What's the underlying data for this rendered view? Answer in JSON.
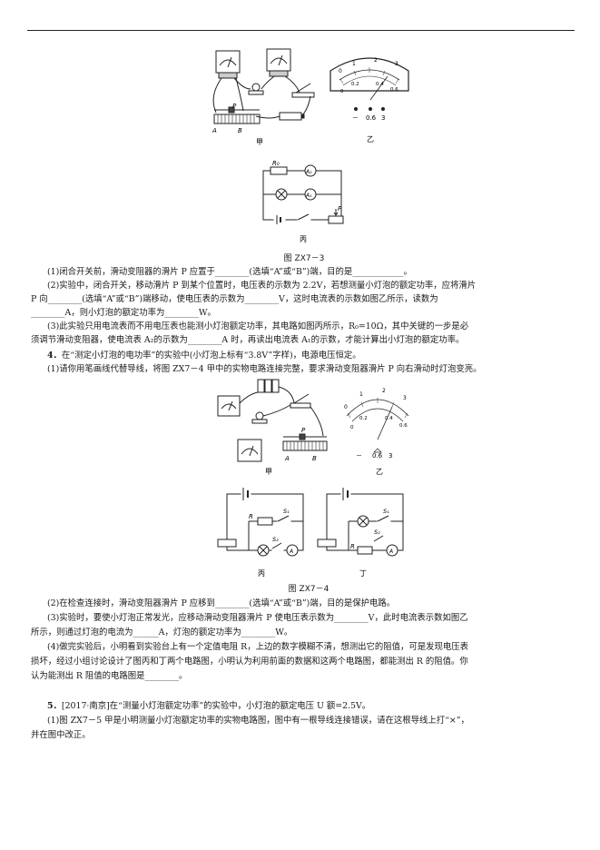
{
  "figure3": {
    "panels": {
      "jia": "甲",
      "yi": "乙",
      "bing": "丙"
    },
    "caption": "图 ZX7－3",
    "meter_ticks": [
      "0",
      "1",
      "2",
      "3",
      "0.2",
      "0.4",
      "0.6"
    ],
    "meter_terminals": {
      "neg": "－",
      "t1": "0.6",
      "t2": "3"
    },
    "slider": "P",
    "rheostat_a": "A",
    "rheostat_b": "B",
    "r0": "R₀",
    "a2": "A₂",
    "a1": "A₁"
  },
  "q3": {
    "s1": "(1)闭合开关前，滑动变阻器的滑片 P 应置于________(选填“A”或“B”)端，目的是____________。",
    "s2a": "(2)实验中，闭合开关，移动滑片 P 到某个位置时，电压表的示数为 2.2V，若想测量小灯泡的额定功率，应将滑片",
    "s2b": "P 向________(选填“A”或“B”)端移动，使电压表的示数为________V，这时电流表的示数如图乙所示，读数为",
    "s2c": "________A，则小灯泡的额定功率为________W。",
    "s3a": "(3)此实验只用电流表而不用电压表也能测小灯泡额定功率，其电路如图丙所示，R₀=10Ω，其中关键的一步是必",
    "s3b": "须调节滑动变阻器，使电流表 A₂的示数为________A 时，再读出电流表 A₁的示数，才能计算出小灯泡的额定功率。"
  },
  "q4": {
    "number": "4．",
    "stem": "在“测定小灯泡的电功率”的实验中(小灯泡上标有“3.8V”字样)，电源电压恒定。",
    "s1": "(1)请你用笔画线代替导线，将图 ZX7－4 甲中的实物电路连接完整，要求滑动变阻器滑片 P 向右滑动时灯泡变亮。"
  },
  "figure4": {
    "panels": {
      "jia": "甲",
      "yi": "乙",
      "bing": "丙",
      "ding": "丁"
    },
    "caption": "图 ZX7－4",
    "s1": "S₁",
    "s2": "S₂",
    "r": "R"
  },
  "q4b": {
    "s2": "(2)在检查连接时，滑动变阻器滑片 P 应移到________(选填“A”或“B”)端，目的是保护电路。",
    "s3a": "(3)实验时，要使小灯泡正常发光，应移动滑动变阻器滑片 P 使电压表示数为________V，此时电流表示数如图乙",
    "s3b": "所示，则通过灯泡的电流为______A，灯泡的额定功率为________W。",
    "s4a": "(4)做完实验后，小明看到实验台上有一个定值电阻 R，上边的数字模糊不清，想测出它的阻值，可是发现电压表",
    "s4b": "损坏，经过小组讨论设计了图丙和丁两个电路图，小明认为利用前面的数据和这两个电路图，都能测出 R 的阻值。你",
    "s4c": "认为能测出 R 阻值的电路图是________。"
  },
  "q5": {
    "number": "5．",
    "stem": "[2017·南京]在“测量小灯泡额定功率”的实验中，小灯泡的额定电压 U 额=2.5V。",
    "s1a": "(1)图 ZX7－5 甲是小明测量小灯泡额定功率的实物电路图，图中有一根导线连接错误，请在这根导线上打“×”，",
    "s1b": "并在图中改正。"
  }
}
